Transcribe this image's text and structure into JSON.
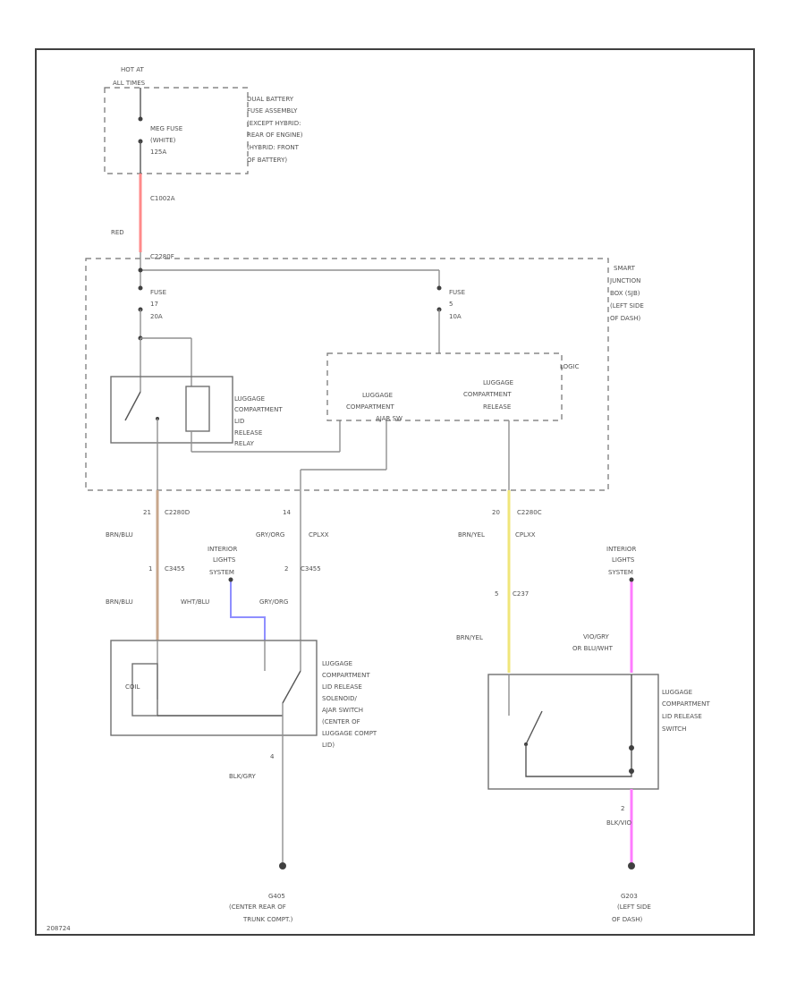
{
  "hot_label": [
    "HOT AT",
    "ALL TIMES"
  ],
  "fuse_box": {
    "fuse": [
      "MEG FUSE",
      "(WHITE)",
      "125A"
    ],
    "description": [
      "DUAL BATTERY",
      "FUSE ASSEMBLY",
      "(EXCEPT HYBRID:",
      "REAR OF ENGINE)",
      "(HYBRID: FRONT",
      "OF BATTERY)"
    ]
  },
  "feed": {
    "connector": "C1002A",
    "color": "RED",
    "sjb_connector": "C2280F"
  },
  "sjb": {
    "description": [
      "SMART",
      "JUNCTION",
      "BOX (SJB)",
      "(LEFT SIDE",
      "OF DASH)"
    ],
    "fuse_17": [
      "FUSE",
      "17",
      "20A"
    ],
    "fuse_5": [
      "FUSE",
      "5",
      "10A"
    ],
    "relay": [
      "LUGGAGE",
      "COMPARTMENT",
      "LID",
      "RELEASE",
      "RELAY"
    ],
    "logic": "LOGIC",
    "ajar": [
      "LUGGAGE",
      "COMPARTMENT",
      "AJAR SW"
    ],
    "release": [
      "LUGGAGE",
      "COMPARTMENT",
      "RELEASE"
    ]
  },
  "left_wires": {
    "pin_21": "21",
    "conn_c2280d": "C2280D",
    "color_1": "BRN/BLU",
    "conn_1": "1",
    "c3455": "C3455",
    "color_2": "BRN/BLU",
    "pin_14": "14",
    "gry_org": "GRY/ORG",
    "cplxx": "CPLXX",
    "conn_2": "2",
    "c3455b": "C3455",
    "gry_org_2": "GRY/ORG",
    "interior": [
      "INTERIOR",
      "LIGHTS",
      "SYSTEM"
    ],
    "wht_blu": "WHT/BLU"
  },
  "solenoid": {
    "label": [
      "LUGGAGE",
      "COMPARTMENT",
      "LID RELEASE",
      "SOLENOID/",
      "AJAR SWITCH",
      "(CENTER OF",
      "LUGGAGE COMPT",
      "LID)"
    ],
    "coil": "COIL",
    "pin_4": "4",
    "ground_color": "BLK/GRY",
    "ground": [
      "G405",
      "(CENTER REAR OF",
      "TRUNK COMPT.)"
    ]
  },
  "right_wires": {
    "pin_20": "20",
    "conn_c2280c": "C2280C",
    "color_1": "BRN/YEL",
    "cplxx": "CPLXX",
    "conn_5": "5",
    "c237": "C237",
    "color_2": "BRN/YEL",
    "interior": [
      "INTERIOR",
      "LIGHTS",
      "SYSTEM"
    ],
    "violet": [
      "VIO/GRY",
      "OR BLU/WHT"
    ]
  },
  "release_switch": {
    "label": [
      "LUGGAGE",
      "COMPARTMENT",
      "LID RELEASE",
      "SWITCH"
    ],
    "pin_2": "2",
    "ground_color": "BLK/VIO",
    "ground": [
      "G203",
      "(LEFT SIDE",
      "OF DASH)"
    ]
  },
  "figure_id": "208724",
  "colors": {
    "red": "#ff8a8a",
    "tan": "#c8a78c",
    "yellow": "#f0e67a",
    "blue": "#8f8fff",
    "pink": "#ff7cff"
  }
}
